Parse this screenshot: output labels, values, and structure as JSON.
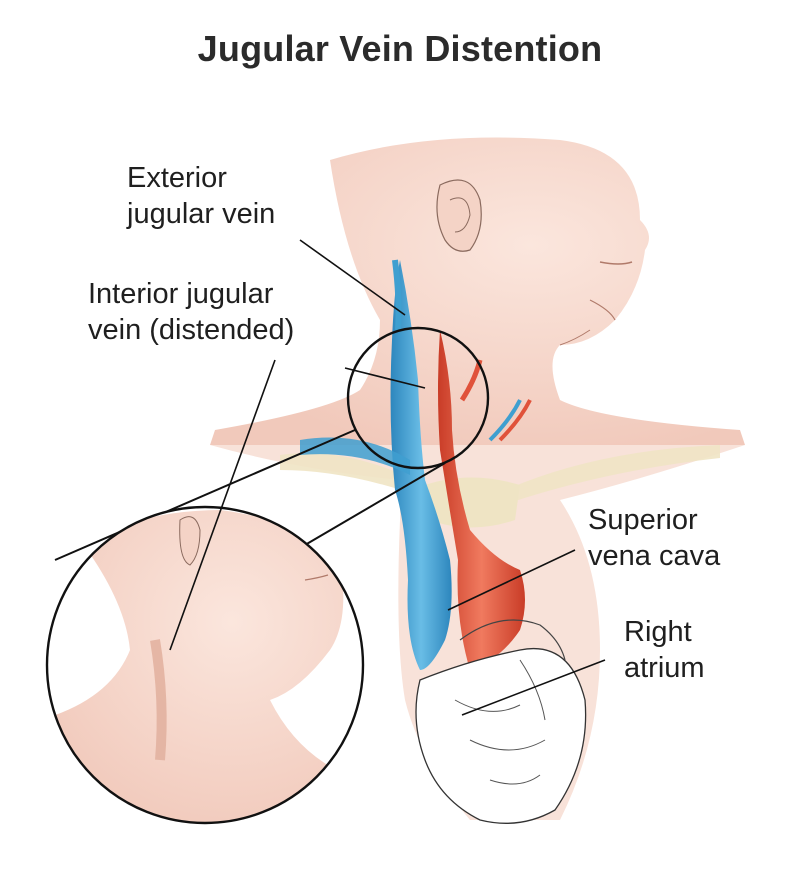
{
  "title": "Jugular Vein Distention",
  "labels": {
    "exterior_jugular_vein": [
      "Exterior",
      "jugular vein"
    ],
    "interior_jugular_vein": [
      "Interior jugular",
      "vein (distended)"
    ],
    "superior_vena_cava": [
      "Superior",
      "vena cava"
    ],
    "right_atrium": [
      "Right",
      "atrium"
    ]
  },
  "colors": {
    "skin": "#f6d9cf",
    "skin_shadow": "#eab9a8",
    "vein": "#3f9fd0",
    "artery": "#e0523a",
    "bone": "#efe4c4",
    "outline": "#111111",
    "text": "#1f1f1f"
  }
}
